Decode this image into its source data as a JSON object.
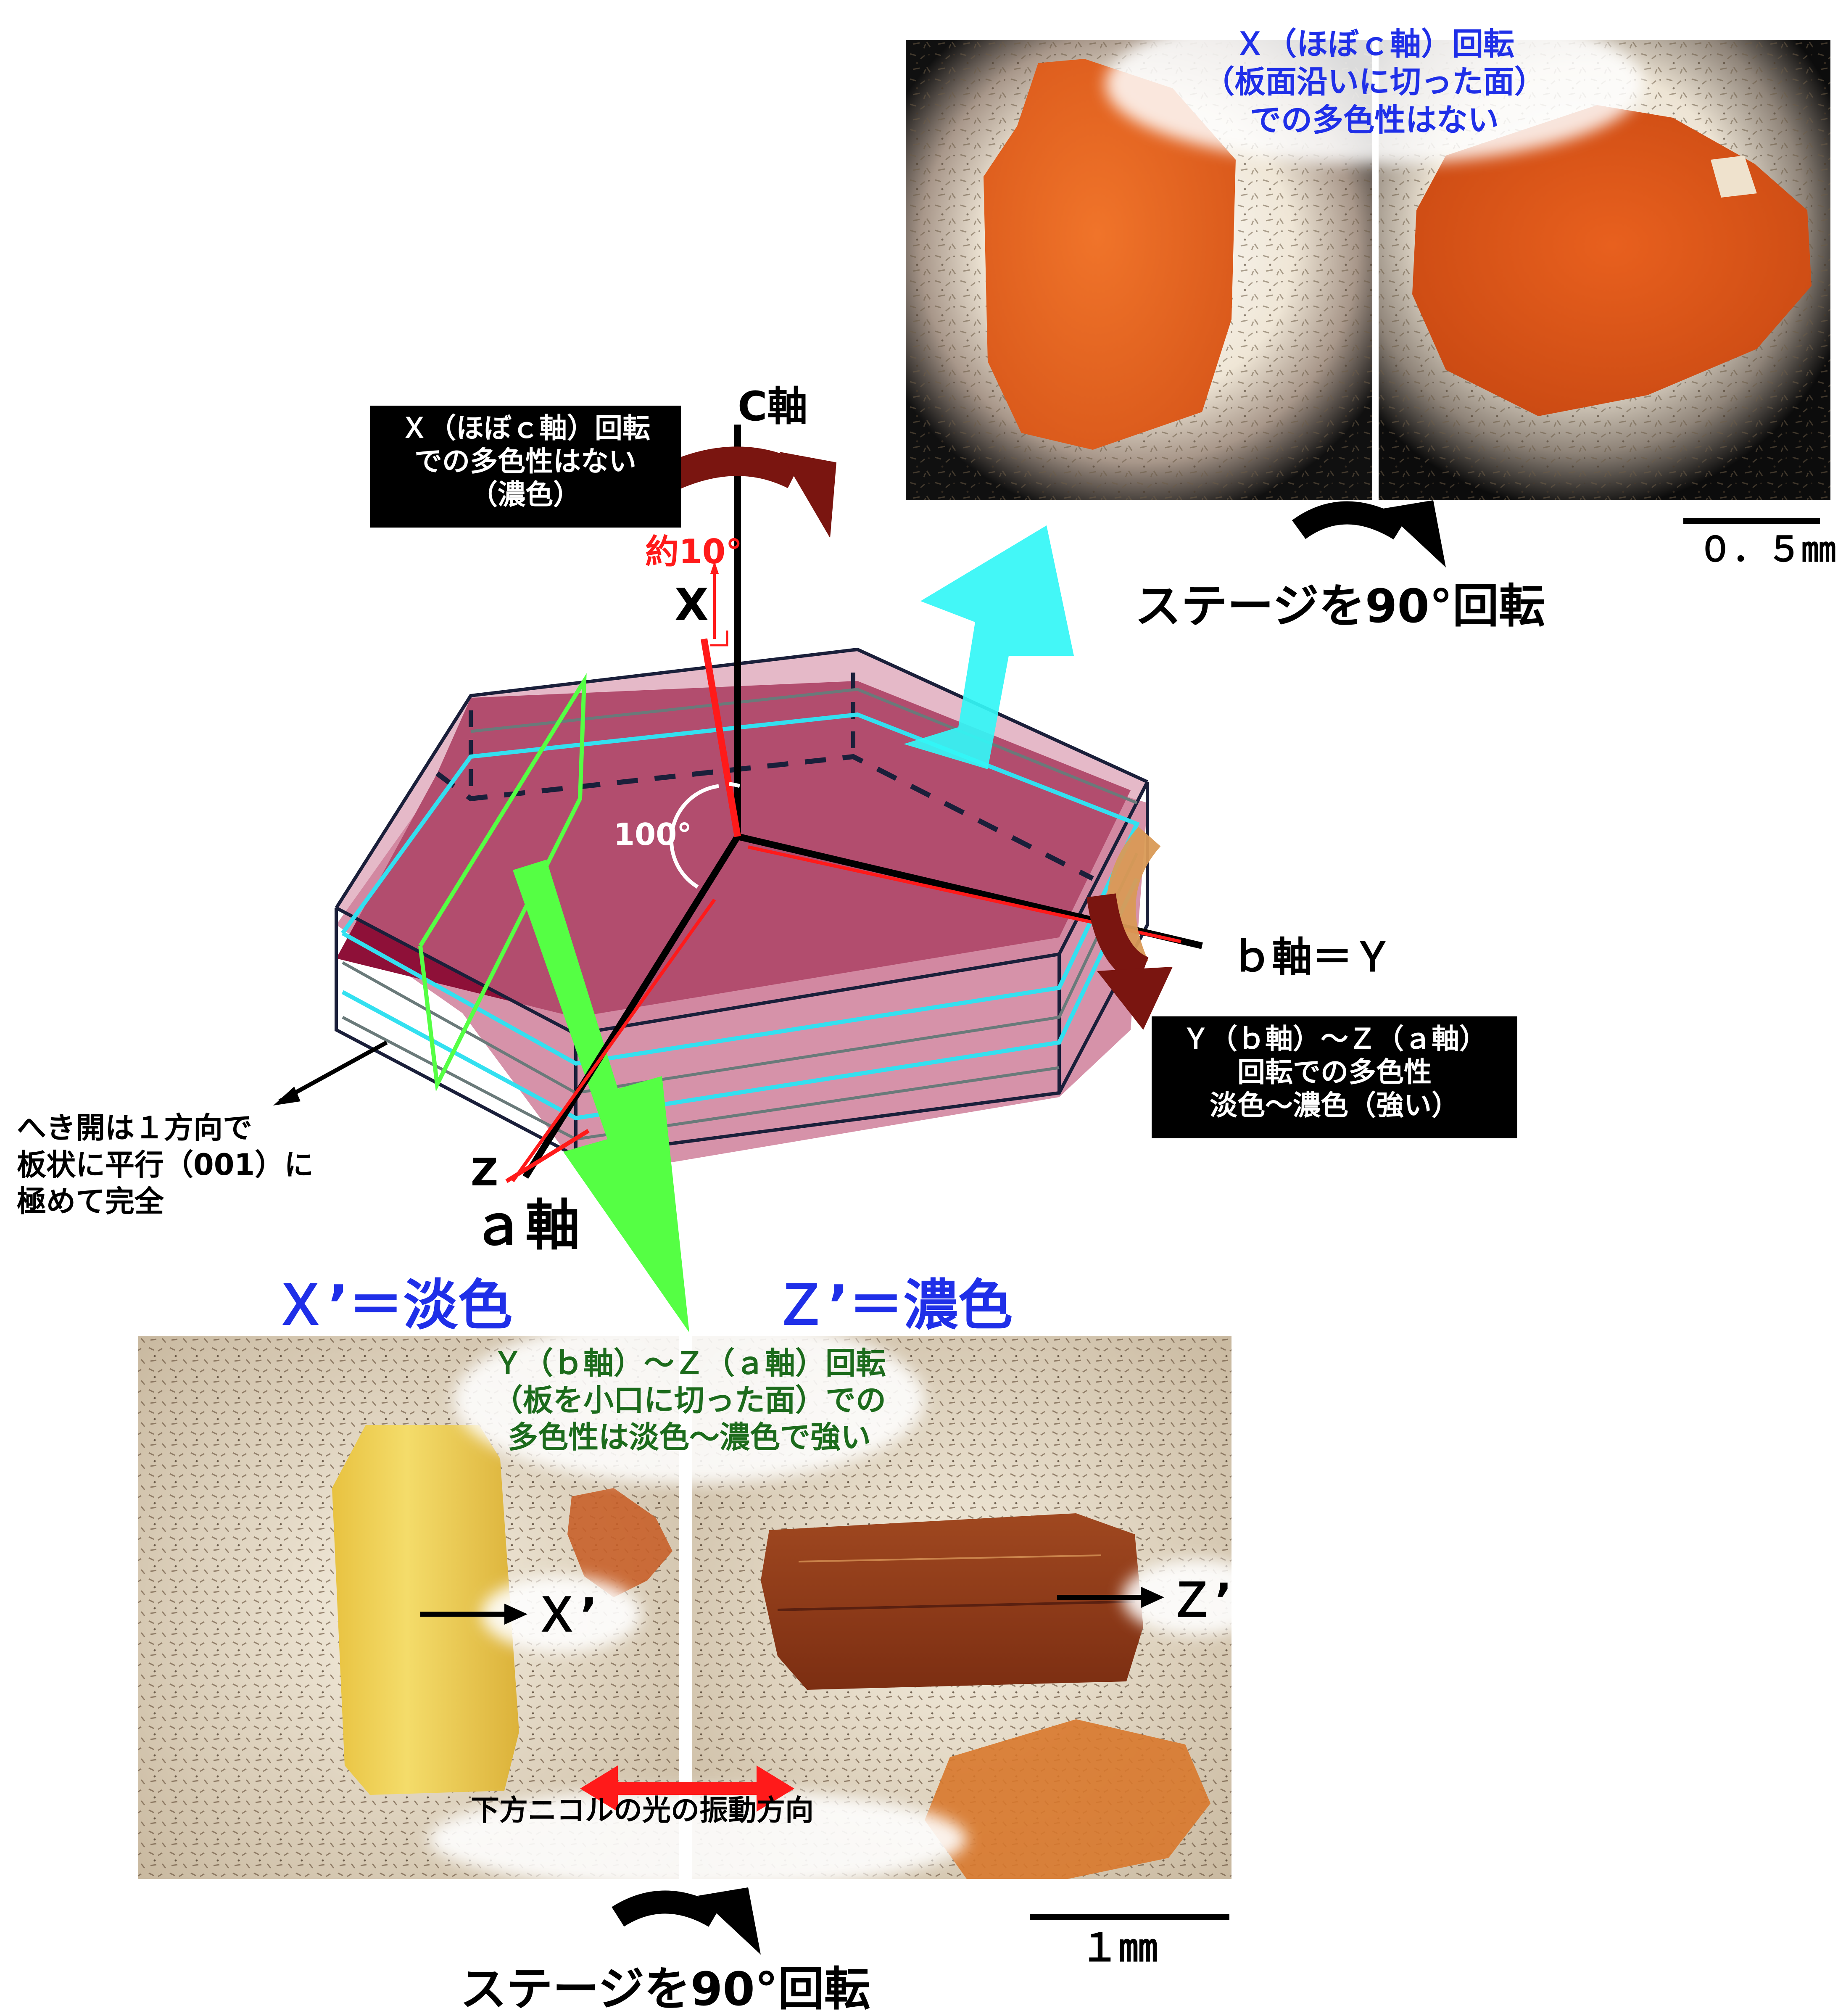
{
  "axes": {
    "c_axis": "C軸",
    "a_axis": "ａ軸",
    "b_axis": "ｂ軸＝Ｙ",
    "x": "X",
    "z": "Z",
    "angle_10": "約10°",
    "angle_100": "100°"
  },
  "labels": {
    "x_rotation": [
      "Ｘ（ほぼｃ軸）回転",
      "での多色性はない",
      "（濃色）"
    ],
    "yz_rotation": [
      "Ｙ（ｂ軸）～Ｚ（ａ軸）",
      "回転での多色性",
      "淡色～濃色（強い）"
    ],
    "cleavage": [
      "へき開は１方向で",
      "板状に平行（001）に",
      "極めて完全"
    ],
    "top_caption": [
      "Ｘ（ほぼｃ軸）回転",
      "（板面沿いに切った面）",
      "での多色性はない"
    ],
    "bottom_caption": [
      "Ｙ（ｂ軸）～Ｚ（ａ軸）回転",
      "（板を小口に切った面）での",
      "多色性は淡色～濃色で強い"
    ],
    "x_prime_title": "Ｘ’＝淡色",
    "z_prime_title": "Ｚ’＝濃色",
    "x_prime": "Ｘ’",
    "z_prime": "Ｚ’",
    "vibration": "下方ニコルの光の振動方向",
    "rotate_top": "ステージを90°回転",
    "rotate_bottom": "ステージを90°回転",
    "scale_top": "０．５㎜",
    "scale_bottom": "１㎜"
  },
  "colors": {
    "crystal_face": "#8e1038",
    "crystal_edge": "#cf7f9a",
    "cleavage_line": "#33e0f0",
    "green_arrow": "#55ff44",
    "cyan_arrow": "#33f6f6",
    "dark_red_arrow": "#7a1510",
    "blue_text": "#1f2fe8",
    "green_text": "#1c6b1c"
  }
}
